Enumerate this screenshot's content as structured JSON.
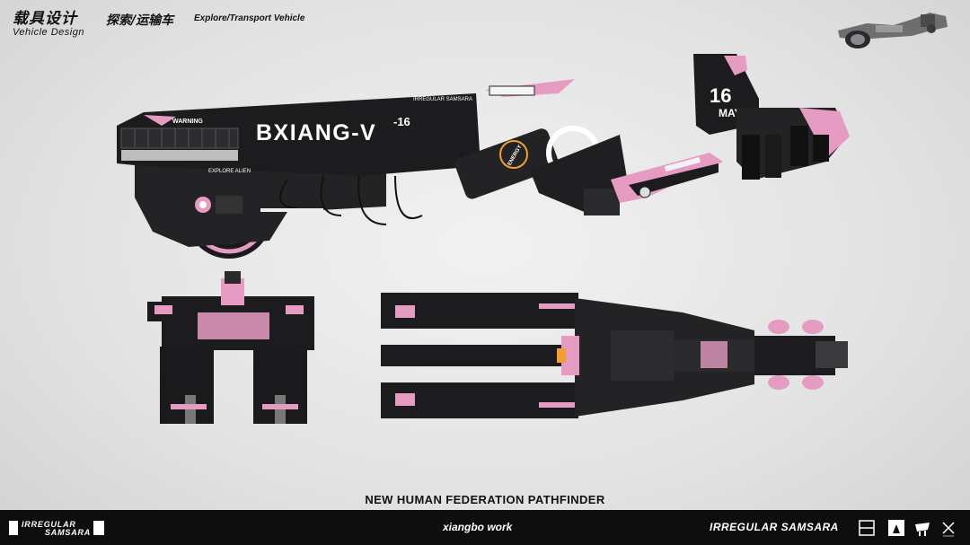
{
  "header": {
    "title_cn": "载具设计",
    "title_en": "Vehicle Design",
    "category_cn": "探索/运输车",
    "category_en": "Explore/Transport Vehicle"
  },
  "vehicle": {
    "name": "BXIANG-V",
    "variant": "-16",
    "badge_day": "16",
    "badge_month": "MAY",
    "warning_label": "WARNING",
    "brand_strip": "IRREGULAR SAMSARA",
    "side_text": "EXPLORE ALIEN",
    "energy_label": "ENERGY"
  },
  "caption": "NEW HUMAN FEDERATION PATHFINDER",
  "footer": {
    "brand_line1": "IRREGULAR",
    "brand_line2": "SAMSARA",
    "center_text": "xiangbo work",
    "right_text": "IRREGULAR SAMSARA"
  },
  "colors": {
    "accent_pink": "#e59bc2",
    "body_dark": "#1c1c1e",
    "energy_orange": "#f0a030",
    "footer_bg": "#0e0e0e"
  }
}
